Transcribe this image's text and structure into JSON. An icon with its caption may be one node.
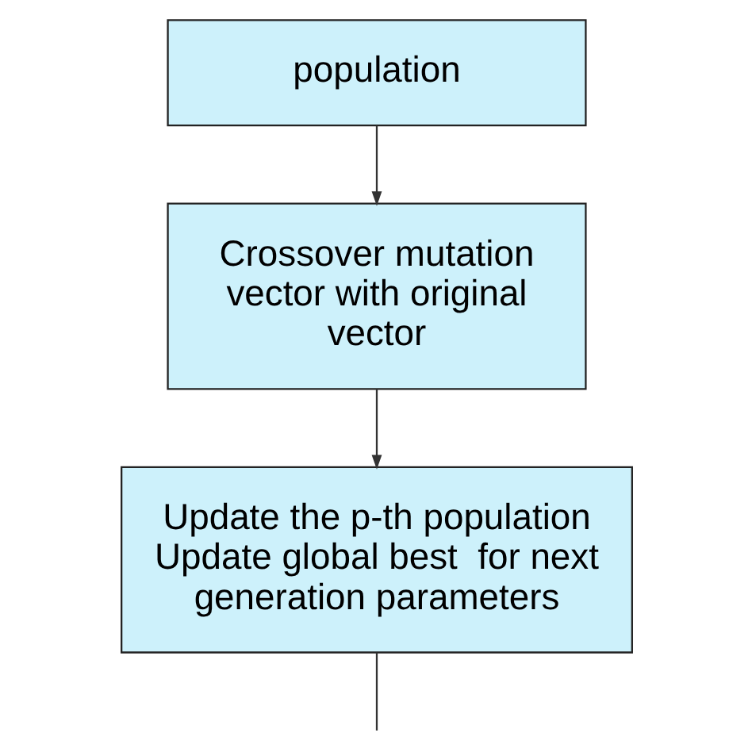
{
  "diagram": {
    "nodes": [
      {
        "text": [
          "population"
        ]
      },
      {
        "text": [
          "Crossover mutation vector with original vector"
        ]
      },
      {
        "text": [
          "Update the p-th population Update global best  for next generation parameters"
        ]
      }
    ],
    "edges": [
      {
        "from": 0,
        "to": 1,
        "arrow": "to"
      },
      {
        "from": 1,
        "to": 2,
        "arrow": "to"
      },
      {
        "from": 2,
        "to": null,
        "arrow": "none"
      }
    ]
  }
}
